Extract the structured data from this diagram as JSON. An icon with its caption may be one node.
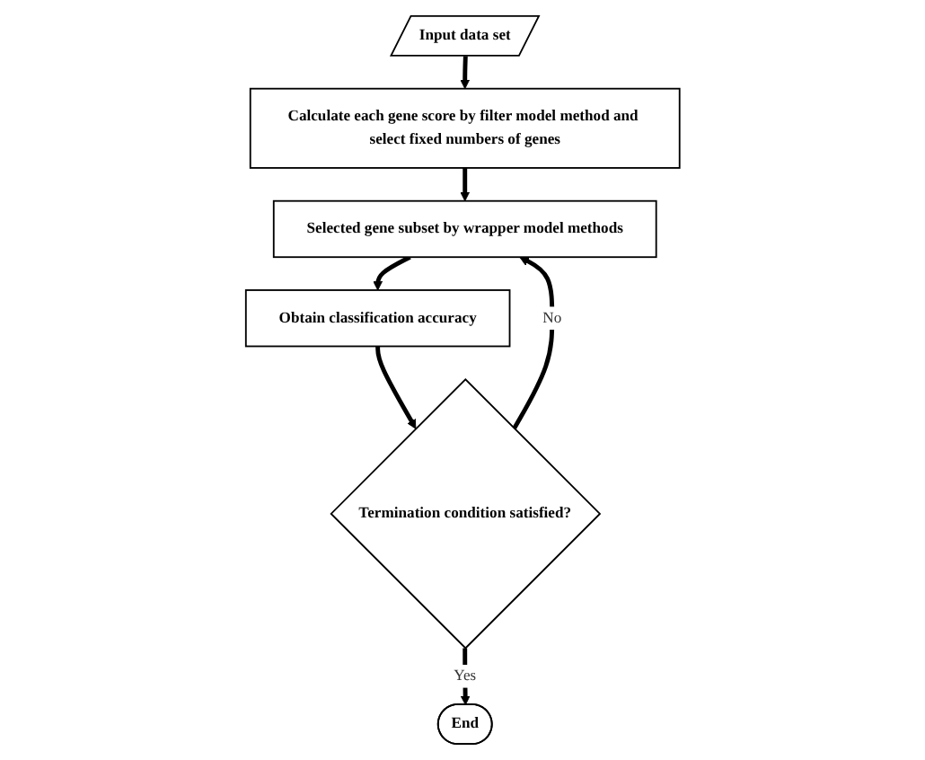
{
  "diagram": {
    "nodes": [
      {
        "text": [
          "Input data set"
        ]
      },
      {
        "text": [
          "Calculate each gene score by filter model method and select fixed numbers of genes"
        ]
      },
      {
        "text": [
          "Selected gene subset by wrapper model methods"
        ]
      },
      {
        "text": [
          "Obtain classification accuracy"
        ]
      },
      {
        "text": [
          "Termination condition satisfied?"
        ]
      },
      {
        "text": [
          "End"
        ]
      }
    ],
    "edges": [
      {
        "from": 0,
        "to": 1,
        "arrow": "to"
      },
      {
        "from": 1,
        "to": 2,
        "arrow": "to"
      },
      {
        "from": 2,
        "to": 3,
        "arrow": "to"
      },
      {
        "from": 3,
        "to": 4,
        "arrow": "to"
      },
      {
        "from": 4,
        "to": 2,
        "arrow": "to",
        "label": "No"
      },
      {
        "from": 4,
        "to": 5,
        "arrow": "to",
        "label": "Yes"
      }
    ]
  }
}
